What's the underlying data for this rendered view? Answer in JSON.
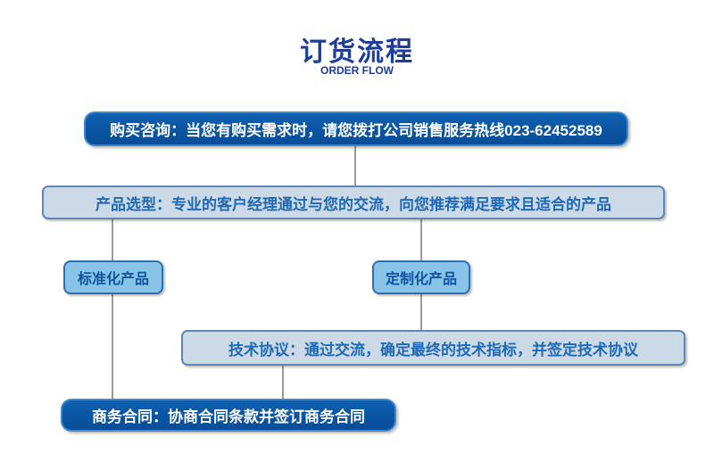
{
  "page": {
    "title": "订货流程",
    "subtitle": "ORDER FLOW"
  },
  "colors": {
    "title_text": "#1d3d9c",
    "dark_node_fill": "#0b56a4",
    "dark_node_border": "#3e89d0",
    "dark_node_text": "#ffffff",
    "light_node_fill": "#ccd9e6",
    "light_node_border": "#5f86b4",
    "light_node_text": "#1e6ab4",
    "sky_node_fill": "#87c4e8",
    "sky_node_border": "#2d6fb0",
    "sky_node_text": "#14519f",
    "connector_line": "#9a9a9a",
    "background": "#ffffff"
  },
  "flow": {
    "nodes": [
      {
        "id": "consult",
        "style": "dark",
        "label": "购买咨询：当您有购买需求时，请您拨打公司销售服务热线023-62452589"
      },
      {
        "id": "selection",
        "style": "light",
        "label": "产品选型：专业的客户经理通过与您的交流，向您推荐满足要求且适合的产品"
      },
      {
        "id": "standard",
        "style": "sky",
        "label": "标准化产品"
      },
      {
        "id": "custom",
        "style": "sky",
        "label": "定制化产品"
      },
      {
        "id": "agreement",
        "style": "light",
        "label": "技术协议：通过交流，确定最终的技术指标，并签定技术协议"
      },
      {
        "id": "contract",
        "style": "dark",
        "label": "商务合同：协商合同条款并签订商务合同"
      }
    ],
    "edges": [
      {
        "from": "consult",
        "to": "selection"
      },
      {
        "from": "selection",
        "to": "standard"
      },
      {
        "from": "selection",
        "to": "custom"
      },
      {
        "from": "standard",
        "to": "contract"
      },
      {
        "from": "custom",
        "to": "agreement"
      },
      {
        "from": "agreement",
        "to": "contract"
      }
    ]
  }
}
